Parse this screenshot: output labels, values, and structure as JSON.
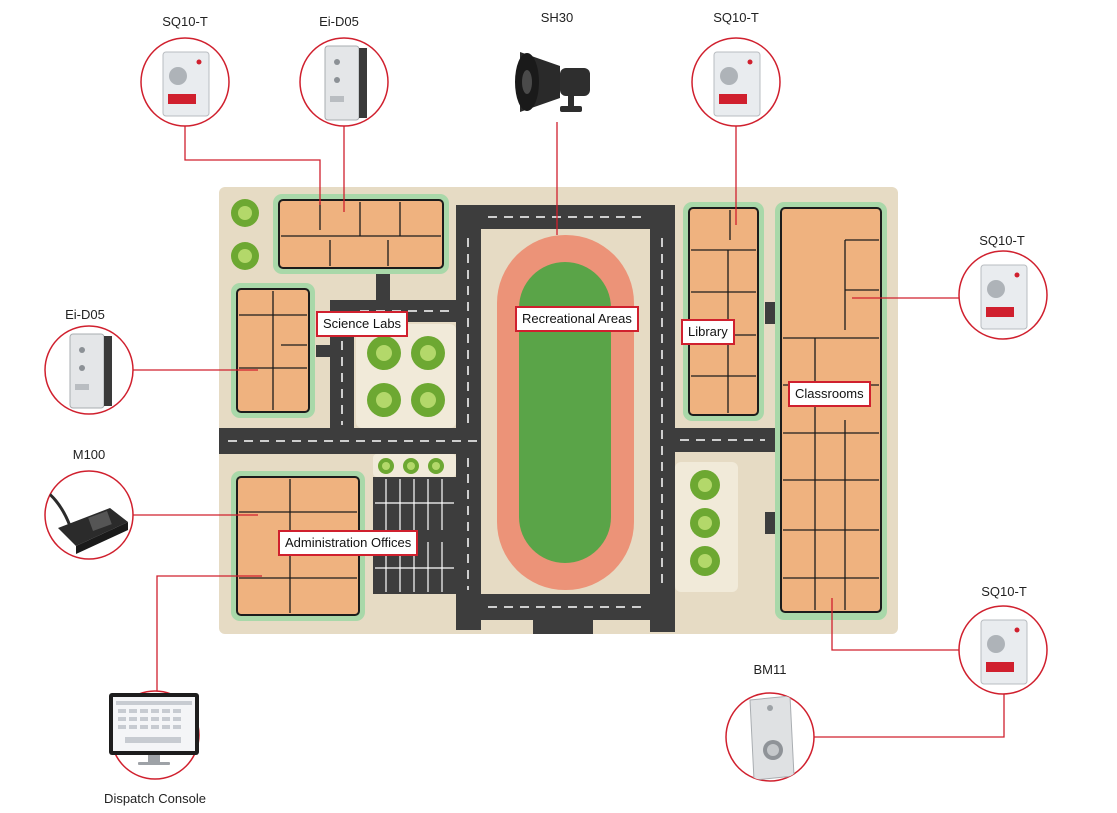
{
  "diagram": {
    "devices": {
      "sq10t_top_left": "SQ10-T",
      "eid05_top": "Ei-D05",
      "sh30": "SH30",
      "sq10t_top_right": "SQ10-T",
      "sq10t_right": "SQ10-T",
      "eid05_left": "Ei-D05",
      "m100": "M100",
      "sq10t_bottom_right": "SQ10-T",
      "bm11": "BM11",
      "dispatch_console": "Dispatch Console"
    },
    "areas": {
      "science_labs": "Science Labs",
      "recreational_areas": "Recreational Areas",
      "library": "Library",
      "classrooms": "Classrooms",
      "administration_offices": "Administration Offices"
    },
    "colors": {
      "accent": "#d0202e",
      "ground": "#e6dbc4",
      "road": "#3d3d3d",
      "building": "#efb27f",
      "building_halo": "#a9d8a9",
      "field": "#5aa448",
      "track": "#ec9378",
      "tree": "#6da832"
    }
  }
}
